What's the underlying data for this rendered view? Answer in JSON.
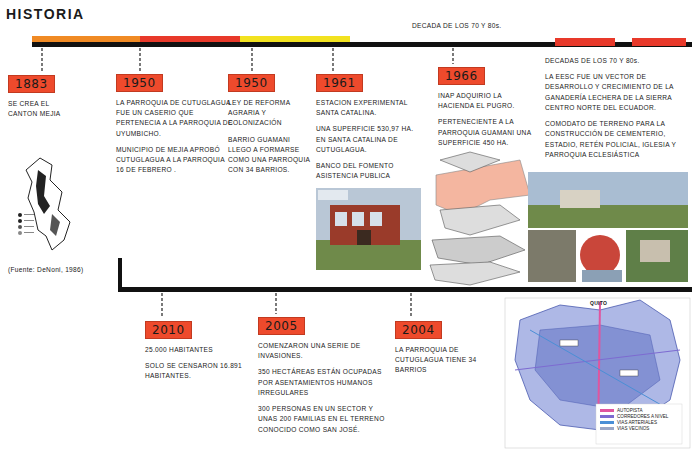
{
  "diagram": {
    "title": "HISTORIA",
    "nodes": [
      {
        "text": [
          "1883",
          "SE CREA EL CANTON MEJIA"
        ]
      },
      {
        "text": [
          "1950",
          "LA PARROQUIA DE CUTUGLAGUA FUE UN CASERIO QUE PERTENECIA A LA PARROQUIA DE UYUMBICHO.",
          "MUNICIPIO DE MEJIA APROBÓ CUTUGLAGUA A LA PARROQUIA 16 DE FEBRERO ."
        ]
      },
      {
        "text": [
          "1950",
          "LEY DE REFORMA AGRARIA Y COLONIZACIÓN",
          "BARRIO GUAMANI LLEGO A FORMARSE COMO UNA PARROQUIA CON 34 BARRIOS."
        ]
      },
      {
        "text": [
          "1961",
          "ESTACION EXPERIMENTAL SANTA CATALINA.",
          "UNA SUPERFICIE 530,97 HA. EN SANTA CATALINA DE CUTUGLAGUA.",
          "BANCO DEL FOMENTO ASISTENCIA PUBLICA"
        ]
      },
      {
        "text": [
          "1966",
          "INAP ADQUIRIO LA HACIENDA EL PUGRO.",
          "PERTENECIENTE A LA PARROQUIA GUAMANI UNA SUPERFICIE 450 HA."
        ]
      },
      {
        "text": [
          "DECADAS DE LOS 70 Y 80s.",
          "LA EESC FUE UN VECTOR DE DESARROLLO Y CRECIMIENTO DE LA GANADERÍA LECHERA DE LA SIERRA CENTRO NORTE DEL ECUADOR.",
          "COMODATO DE TERRENO PARA LA CONSTRUCCIÓN DE CEMENTERIO, ESTADIO, RETÉN POLICIAL, IGLESIA Y PARROQUIA ECLESIÁSTICA"
        ]
      },
      {
        "text": [
          "2010",
          "25.000 HABITANTES",
          "SOLO SE CENSARON 16.891 HABITANTES."
        ]
      },
      {
        "text": [
          "2005",
          "COMENZARON UNA SERIE DE INVASIONES.",
          "350 HECTÁREAS ESTÁN OCUPADAS POR ASENTAMIENTOS HUMANOS IRREGULARES",
          "300 PERSONAS EN UN SECTOR Y UNAS 200 FAMILIAS EN EL TERRENO CONOCIDO COMO SAN JOSÉ."
        ]
      },
      {
        "text": [
          "2004",
          "LA PARROQUIA DE CUTUGLAGUA TIENE 34 BARRIOS"
        ]
      }
    ],
    "labels": [
      "DECADA DE LOS 70 Y 80s.",
      "(Fuente: DeNoni, 1986)",
      "QUITO"
    ],
    "legend": [
      {
        "text": "AUTOPISTA",
        "color": "#e0559f"
      },
      {
        "text": "CORREDORES A NIVEL",
        "color": "#7d6bd1"
      },
      {
        "text": "VIAS ARTERIALES",
        "color": "#4a8fd6"
      },
      {
        "text": "VIAS VECINOS",
        "color": "#9aa7c7"
      }
    ]
  }
}
